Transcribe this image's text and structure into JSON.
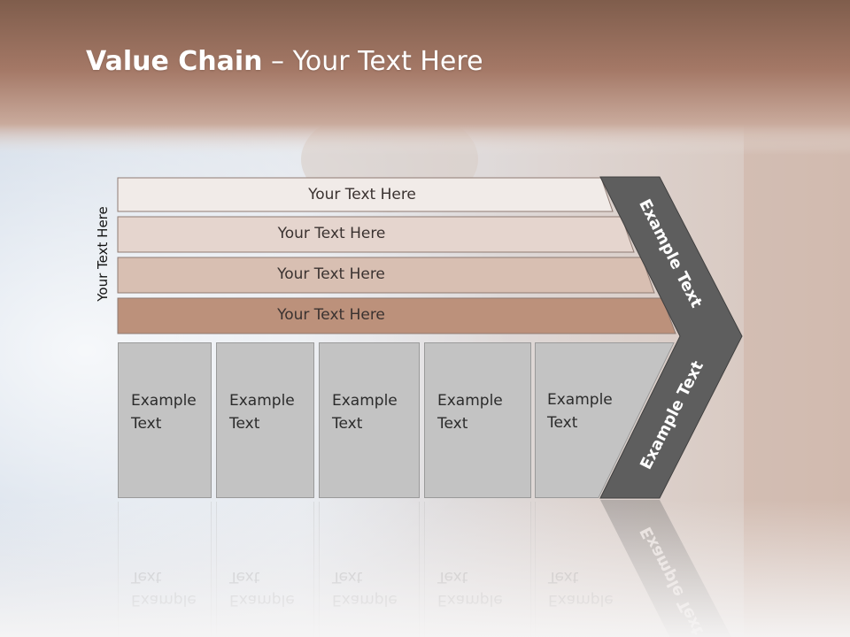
{
  "slide": {
    "title_bold": "Value Chain",
    "title_rest": " – Your Text Here",
    "side_label": "Your Text Here"
  },
  "bands": [
    {
      "label": "Your Text Here",
      "fill": "#f1ebe8"
    },
    {
      "label": "Your Text Here",
      "fill": "#e5d5ce"
    },
    {
      "label": "Your Text Here",
      "fill": "#d8bfb2"
    },
    {
      "label": "Your Text Here",
      "fill": "#bc917b"
    }
  ],
  "boxes": [
    {
      "line1": "Example",
      "line2": "Text"
    },
    {
      "line1": "Example",
      "line2": "Text"
    },
    {
      "line1": "Example",
      "line2": "Text"
    },
    {
      "line1": "Example",
      "line2": "Text"
    },
    {
      "line1": "Example",
      "line2": "Text"
    }
  ],
  "chevron": {
    "upper_text": "Example Text",
    "lower_text": "Example Text",
    "fill": "#5e5e5e"
  },
  "colors": {
    "header_brown": "#9b6f5c",
    "box_gray": "#c3c3c3"
  }
}
